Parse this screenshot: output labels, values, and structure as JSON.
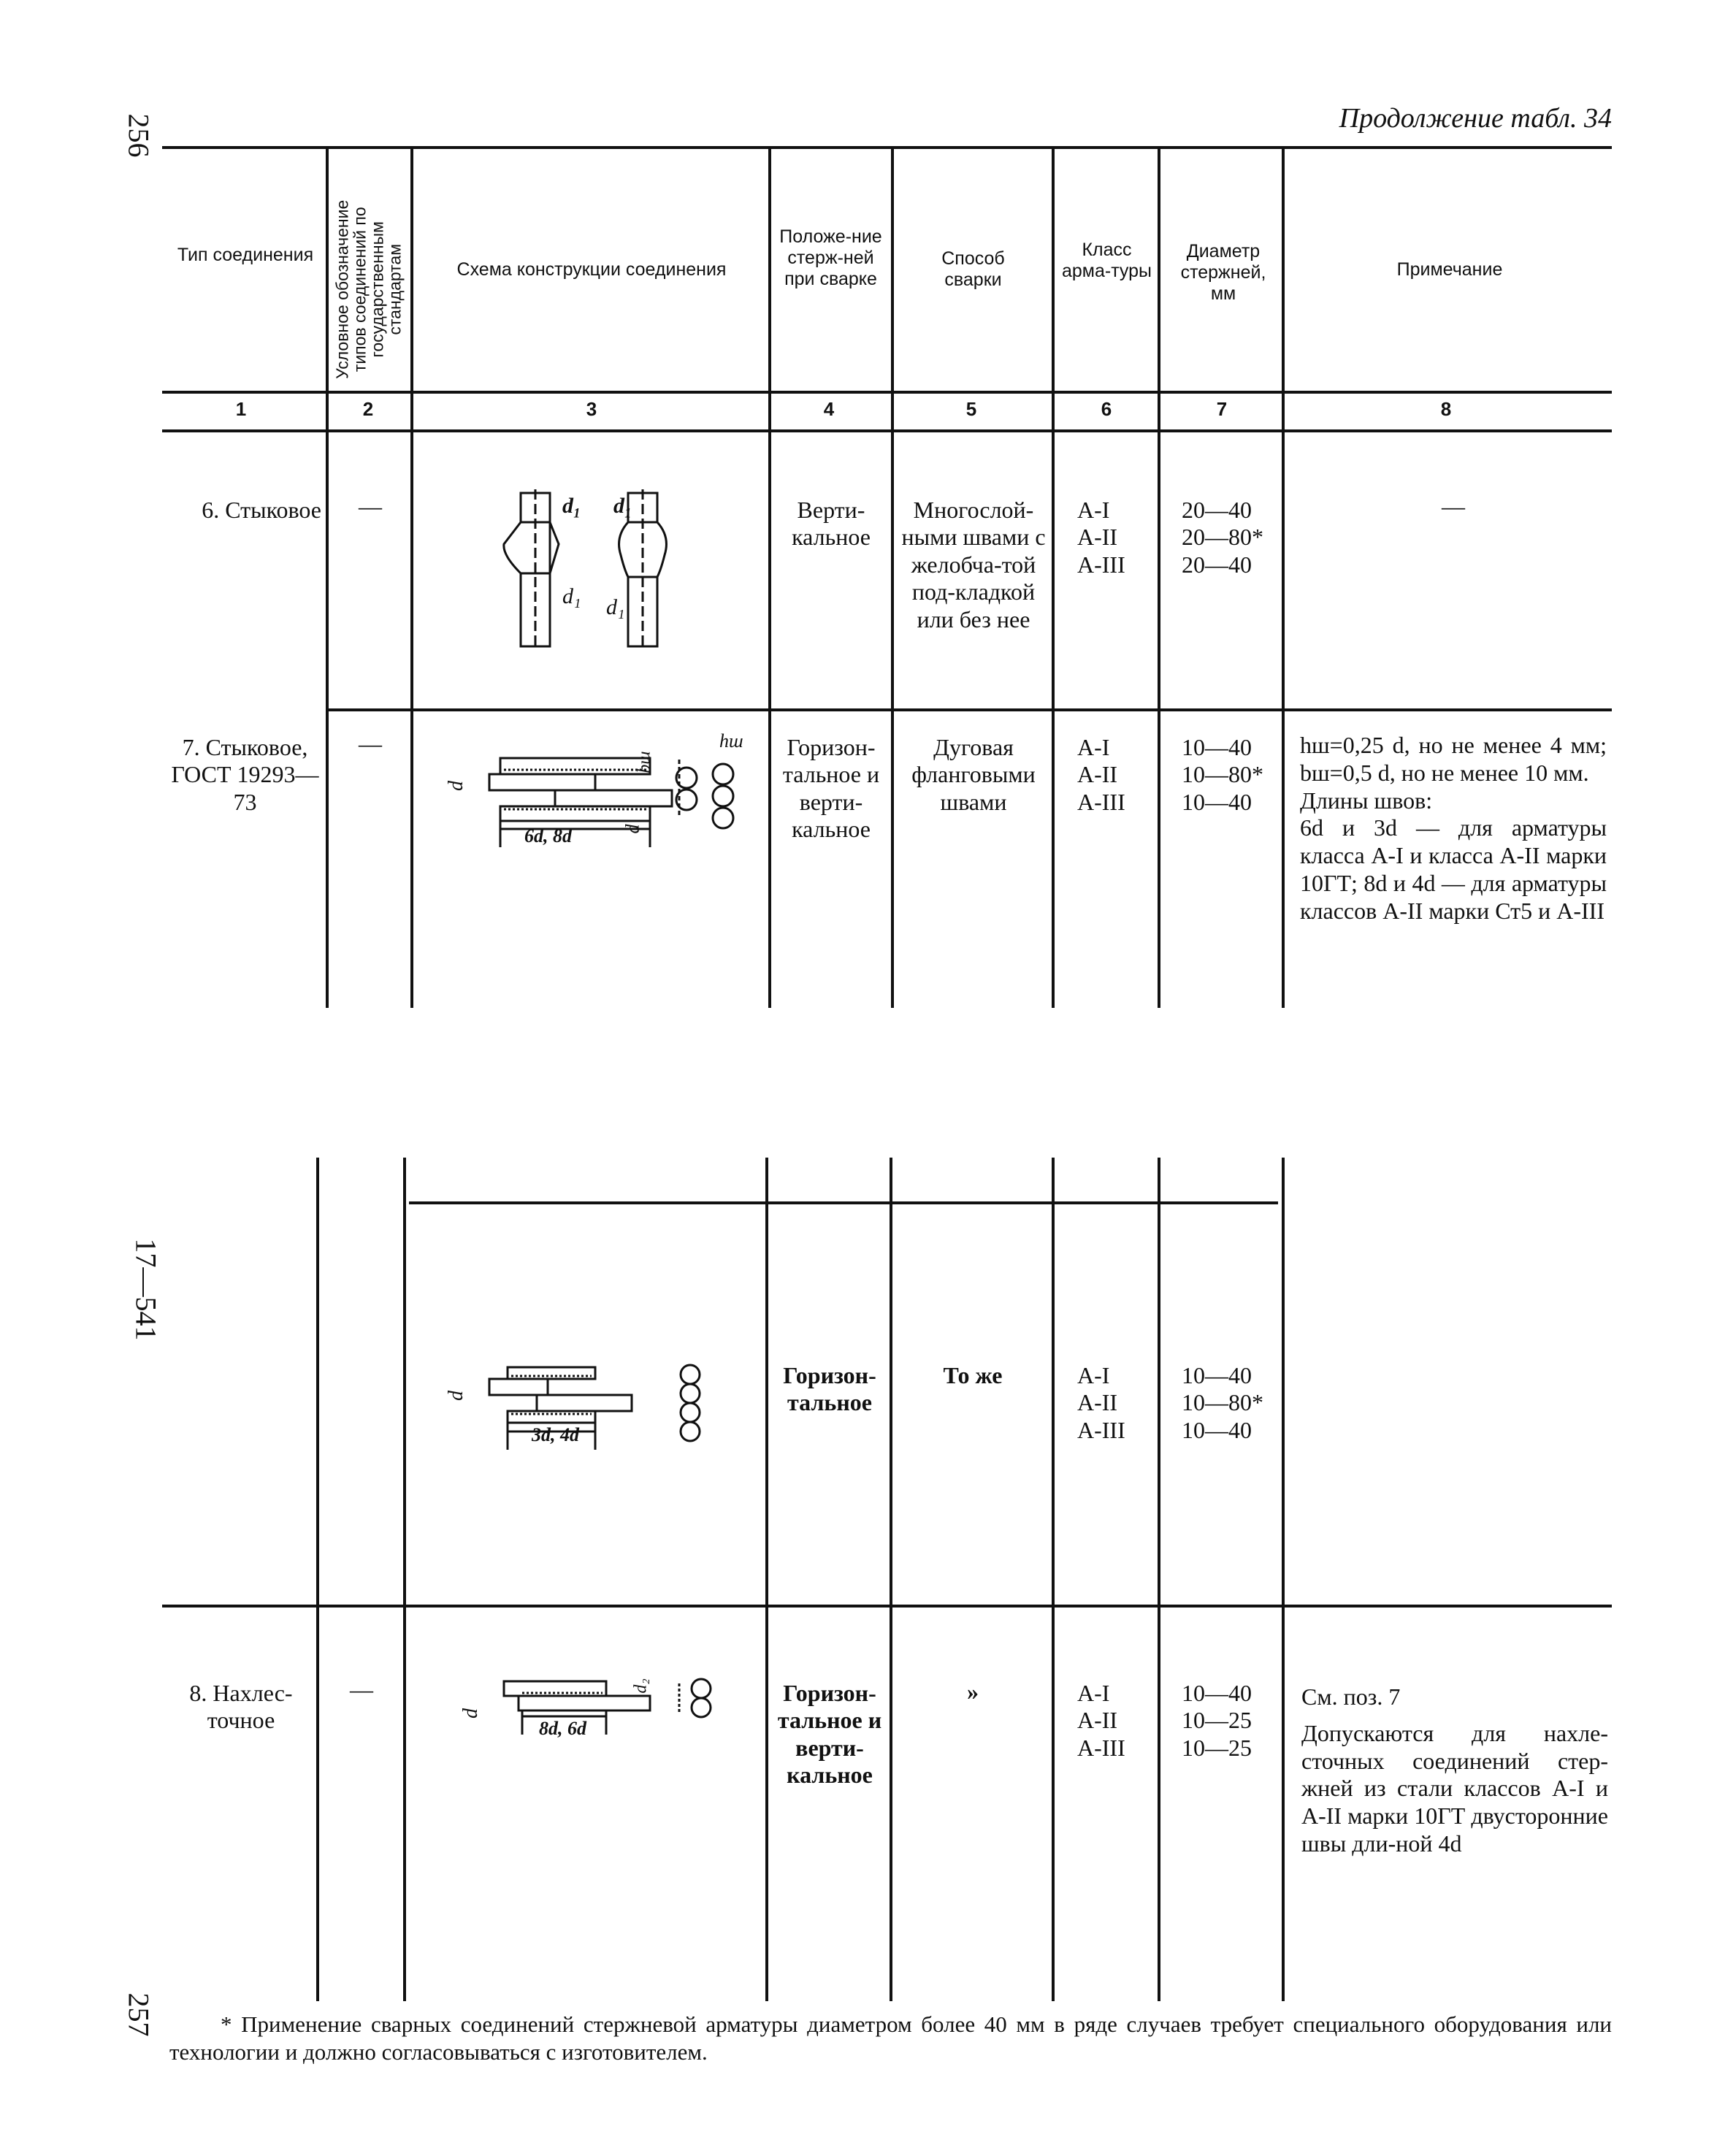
{
  "page": {
    "page_number_top": "256",
    "page_number_bottom": "257",
    "signature": "17—541",
    "caption": "Продолжение табл. 34"
  },
  "table": {
    "headers": [
      "Тип соединения",
      "Условное обозначение типов соединений по государственным стандартам",
      "Схема конструкции соединения",
      "Положе-ние стерж-ней при сварке",
      "Способ сварки",
      "Класс арма-туры",
      "Диаметр стержней, мм",
      "Примечание"
    ],
    "column_numbers": [
      "1",
      "2",
      "3",
      "4",
      "5",
      "6",
      "7",
      "8"
    ],
    "rows": [
      {
        "type": "6. Стыковое",
        "designation": "—",
        "position": "Верти-кальное",
        "method": "Многослой-ными швами с желобча-той под-кладкой или без нее",
        "classes": [
          "А-I",
          "А-II",
          "А-III"
        ],
        "diameters": [
          "20—40",
          "20—80*",
          "20—40"
        ],
        "note": "—",
        "scheme_labels": [
          "d₁",
          "d₁",
          "d₁",
          "d₁"
        ]
      },
      {
        "type": "7. Стыковое, ГОСТ 19293—73",
        "designation": "—",
        "position": "Горизон-тальное и верти-кальное",
        "method": "Дуговая фланговыми швами",
        "classes": [
          "А-I",
          "А-II",
          "А-III"
        ],
        "diameters": [
          "10—40",
          "10—80*",
          "10—40"
        ],
        "note_lines": [
          "hш=0,25 d, но не менее 4 мм; bш=0,5 d, но не менее 10 мм.",
          "Длины швов:",
          "6d и 3d — для арматуры класса А-I и класса А-II марки 10ГТ; 8d и 4d — для арматуры классов А-II марки Ст5 и А-III"
        ],
        "scheme_labels": [
          "d",
          "bш",
          "hш",
          "d",
          "6d, 8d"
        ]
      },
      {
        "type": "",
        "designation": "",
        "position": "Горизон-тальное",
        "method": "То же",
        "classes": [
          "А-I",
          "А-II",
          "А-III"
        ],
        "diameters": [
          "10—40",
          "10—80*",
          "10—40"
        ],
        "note": "",
        "scheme_labels": [
          "d",
          "3d, 4d"
        ]
      },
      {
        "type": "8. Нахлес-точное",
        "designation": "—",
        "position": "Горизон-тальное и верти-кальное",
        "method": "»",
        "classes": [
          "А-I",
          "А-II",
          "А-III"
        ],
        "diameters": [
          "10—40",
          "10—25",
          "10—25"
        ],
        "note_lines": [
          "См. поз. 7",
          "Допускаются для нахле-сточных соединений стер-жней из стали классов А-I и А-II марки 10ГТ двусторонние швы дли-ной 4d"
        ],
        "scheme_labels": [
          "d",
          "d₂",
          "8d, 6d"
        ]
      }
    ]
  },
  "footnote": "* Применение сварных соединений стержневой арматуры диаметром более 40 мм в ряде случаев требует специального оборудования или технологии и должно согласовываться с изготовителем."
}
